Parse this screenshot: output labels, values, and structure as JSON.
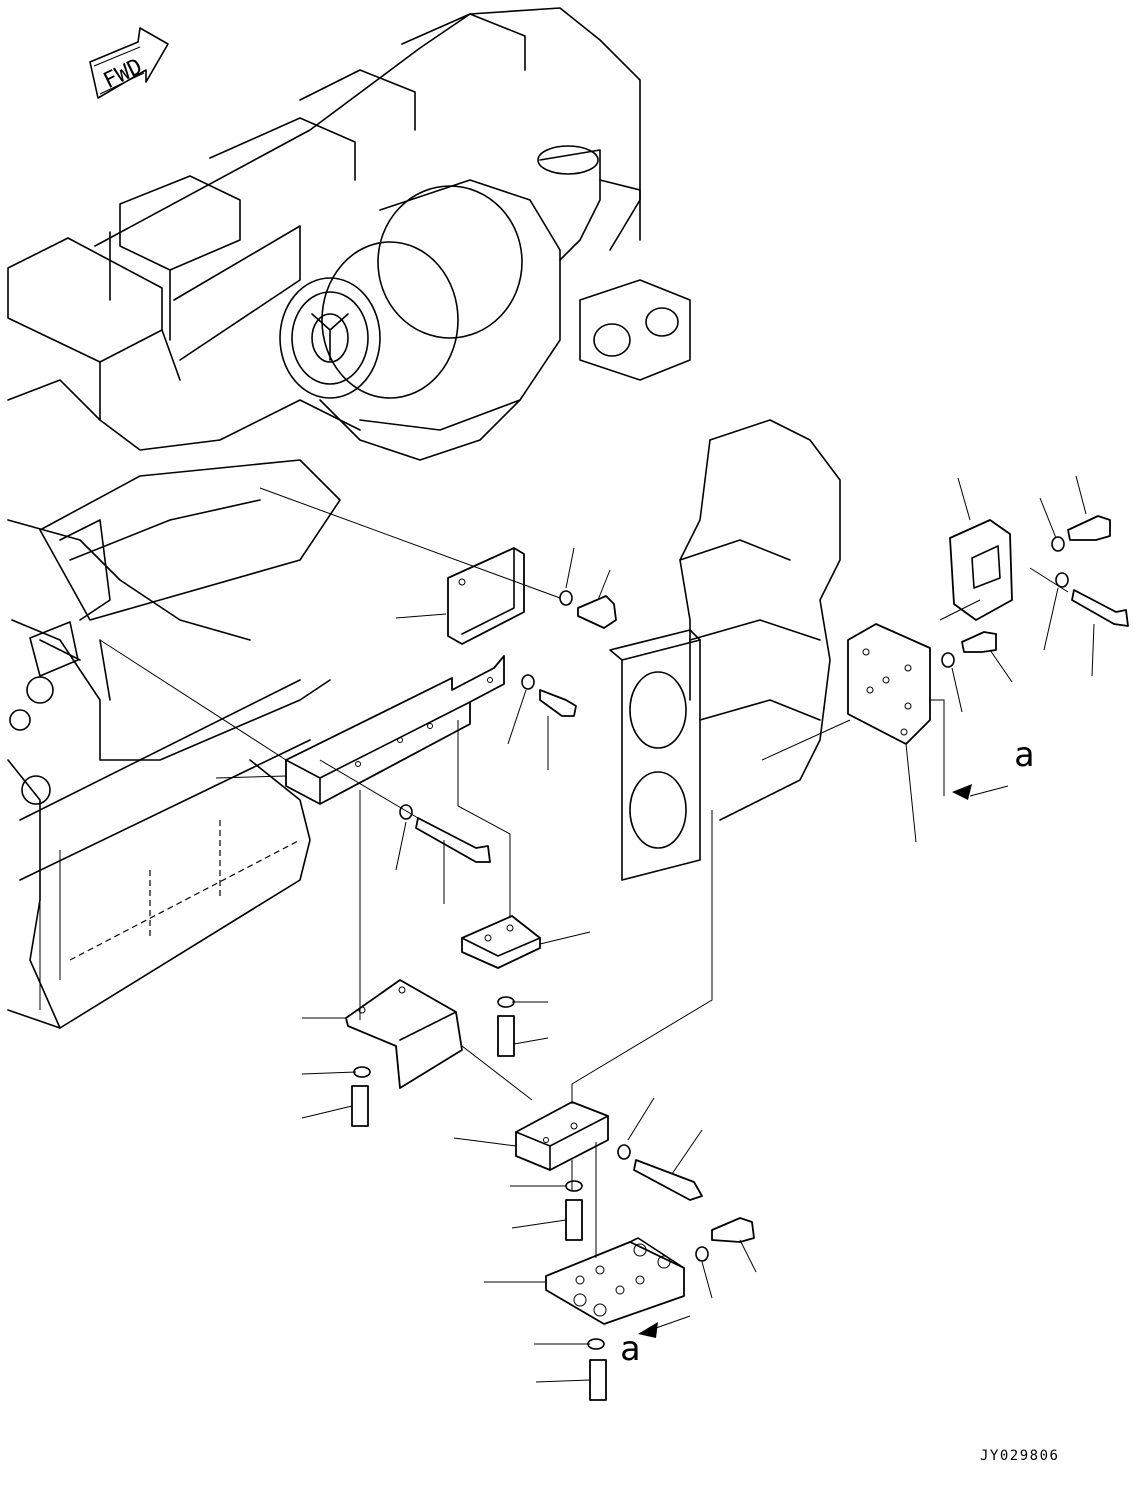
{
  "fwd_label": "FWD",
  "view_marker_top": "a",
  "view_marker_bottom": "a",
  "drawing_code": "JY029806",
  "icons": [
    "fwd-arrow-icon",
    "view-arrow-icon"
  ]
}
